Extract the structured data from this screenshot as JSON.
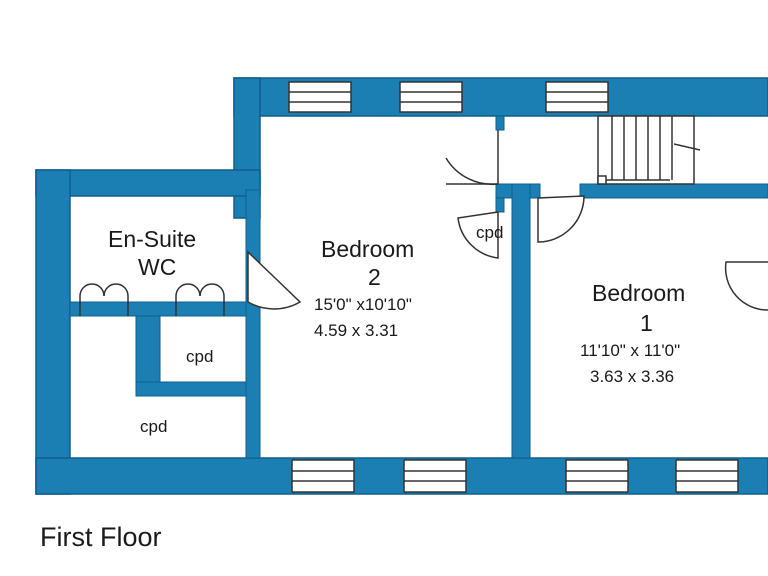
{
  "floor_label": "First Floor",
  "colors": {
    "wall": "#1c7fb3",
    "wall_edge": "#0e5f8c",
    "floor": "#ffffff",
    "text": "#1a1a1a"
  },
  "rooms": {
    "ensuite": {
      "name_line1": "En-Suite",
      "name_line2": "WC"
    },
    "bedroom2": {
      "name_line1": "Bedroom",
      "name_line2": "2",
      "dim_imperial": "15'0\" x10'10\"",
      "dim_metric": "4.59  x  3.31"
    },
    "bedroom1": {
      "name_line1": "Bedroom",
      "name_line2": "1",
      "dim_imperial": "11'10\" x 11'0\"",
      "dim_metric": "3.63  x  3.36"
    }
  },
  "cupboards": {
    "landing": "cpd",
    "ensuite_small": "cpd",
    "ensuite_large": "cpd"
  }
}
